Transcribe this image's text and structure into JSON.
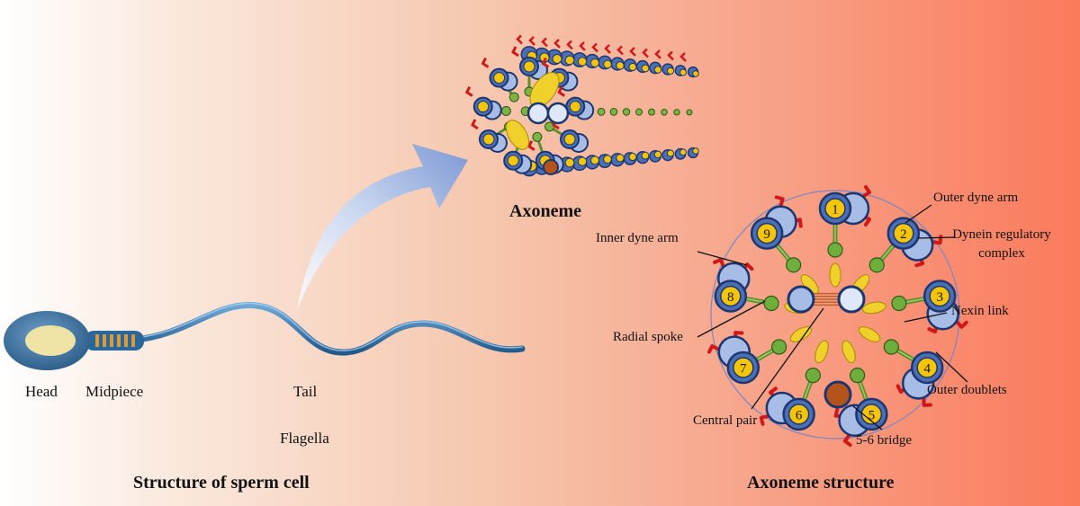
{
  "sperm": {
    "labels": {
      "head": "Head",
      "midpiece": "Midpiece",
      "tail": "Tail",
      "flagella": "Flagella"
    },
    "caption": "Structure of sperm cell"
  },
  "axoneme_3d": {
    "caption": "Axoneme"
  },
  "cross_section": {
    "caption": "Axoneme structure",
    "doublet_numbers": [
      "1",
      "2",
      "3",
      "4",
      "5",
      "6",
      "7",
      "8",
      "9"
    ],
    "labels": {
      "outer_dyne_arm": "Outer dyne arm",
      "dynein_regulatory_complex_line1": "Dynein regulatory",
      "dynein_regulatory_complex_line2": "complex",
      "inner_dyne_arm": "Inner dyne arm",
      "nexin_link": "Nexin link",
      "radial_spoke": "Radial spoke",
      "outer_doublets": "Outer doublets",
      "central_pair": "Central pair",
      "bridge_5_6": "5-6 bridge"
    }
  },
  "colors": {
    "tubule_blue": "#4a6fb5",
    "tubule_light": "#a8bde6",
    "number_yellow": "#f5c500",
    "dynein_red": "#d01818",
    "spoke_green": "#5f8f2e",
    "bridge_brown": "#b5541a",
    "sperm_blue": "#2f6fa8",
    "head_cream": "#efe3a6"
  }
}
